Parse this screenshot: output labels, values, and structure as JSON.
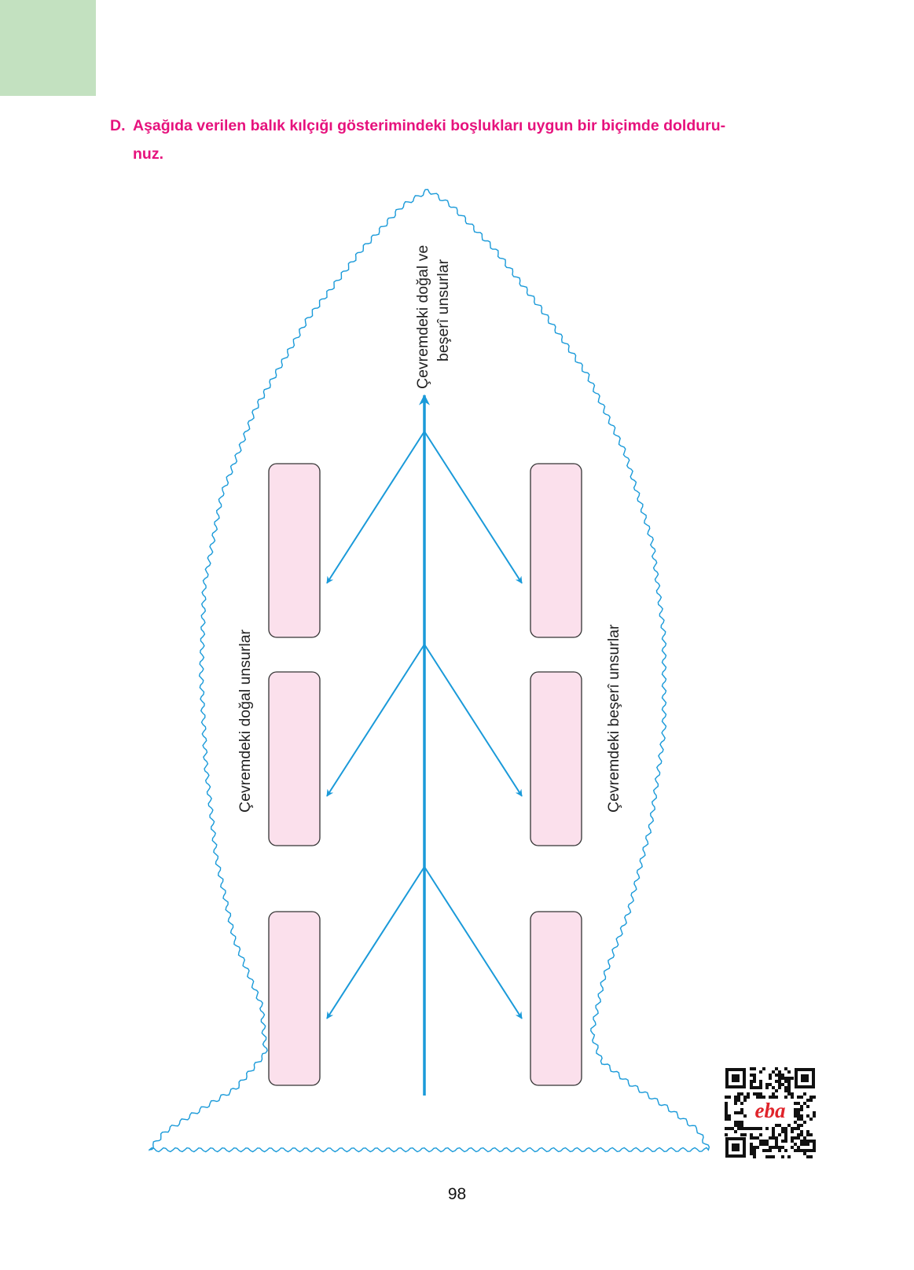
{
  "exercise": {
    "letter": "D.",
    "line1": "Aşağıda verilen balık kılçığı gösterimindeki boşlukları uygun bir biçimde dolduru-",
    "line2": "nuz."
  },
  "diagram": {
    "head_label_line1": "Çevremdeki doğal ve",
    "head_label_line2": "beşerî unsurlar",
    "left_label": "Çevremdeki doğal unsurlar",
    "right_label": "Çevremdeki beşerî unsurlar",
    "box_fill": "#fbe0ec",
    "arrow_color": "#1a9ad9"
  },
  "qr": {
    "brand": "eba"
  },
  "page": {
    "number": "98"
  },
  "colors": {
    "accent": "#e6127d",
    "tab": "#c3e1c0"
  }
}
